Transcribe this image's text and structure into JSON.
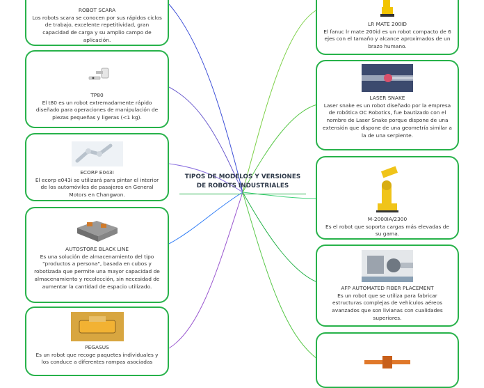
{
  "central_topic": "TIPOS DE MODELOS Y VERSIONES DE ROBOTS INDUSTRIALES",
  "colors": {
    "node_border": "#27b24a",
    "text": "#333333",
    "branches": [
      "#3f51d8",
      "#6a5acd",
      "#8a6fe0",
      "#2e7cf6",
      "#9b59d0",
      "#7fd14b",
      "#5ac84a",
      "#42d27a"
    ]
  },
  "left_nodes": [
    {
      "title": "ROBOT SCARA",
      "description": "Los robots scara se conocen por sus rápidos ciclos de trabajo, excelente repetitividad, gran capacidad de carga y su amplio campo de aplicación.",
      "image": "scara-robot-image"
    },
    {
      "title": "TP80",
      "description": "El t80 es un robot extremadamente rápido diseñado para operaciones de manipulación de piezas pequeñas y ligeras (<1 kg).",
      "image": "tp80-robot-image"
    },
    {
      "title": "ECORP E043I",
      "description": "El ecorp e043i se utilizará para pintar el interior de los automóviles de pasajeros en General Motors en Changwon.",
      "image": "ecorp-robot-image"
    },
    {
      "title": "AUTOSTORE BLACK LINE",
      "description": "Es una solución de almacenamiento del tipo \"productos a persona\", basada en cubos y robotizada que permite una mayor capacidad de almacenamiento y recolección, sin necesidad de aumentar la cantidad de espacio utilizado.",
      "image": "autostore-image"
    },
    {
      "title": "PEGASUS",
      "description": "Es un robot que recoge paquetes individuales y los conduce a diferentes rampas asociadas",
      "image": "pegasus-robot-image"
    }
  ],
  "right_nodes": [
    {
      "title": "LR MATE 200ID",
      "description": "El fanuc lr mate 200id es un robot compacto de 6 ejes con el tamaño y alcance aproximados de un brazo humano.",
      "image": "lr-mate-robot-image"
    },
    {
      "title": "LASER SNAKE",
      "description": "Laser snake es un robot diseñado por la empresa de robótica OC Robotics, fue bautizado con el nombre de Laser Snake porque dispone de una extensión que dispone de una geometría similar a la de una serpiente.",
      "image": "laser-snake-image"
    },
    {
      "title": "M-2000iA/2300",
      "description": "Es el robot que soporta cargas más elevadas de su gama.",
      "image": "m2000-robot-image"
    },
    {
      "title": "AFP AUTOMATED FIBER PLACEMENT",
      "description": "Es un robot que se utiliza para fabricar estructuras complejas de vehículos aéreos avanzados que son livianas con cualidades superiores.",
      "image": "afp-robot-image"
    },
    {
      "title": "",
      "description": "",
      "image": "gantry-robot-image"
    }
  ]
}
